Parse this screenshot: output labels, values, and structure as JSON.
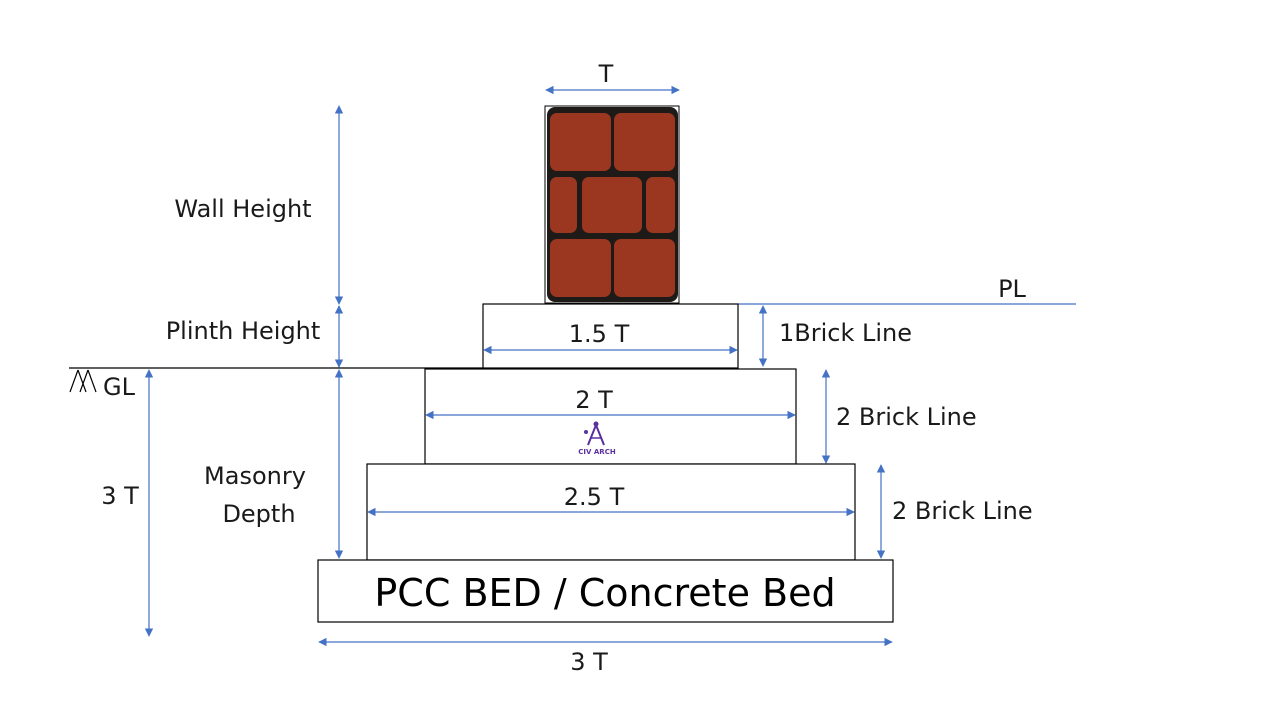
{
  "labels": {
    "wall_thickness": "T",
    "wall_height": "Wall Height",
    "plinth_height": "Plinth Height",
    "plinth_level": "PL",
    "ground_level": "GL",
    "masonry_depth_line1": "Masonry",
    "masonry_depth_line2": "Depth",
    "total_depth": "3 T"
  },
  "steps": [
    {
      "width_label": "1.5 T",
      "height_label": "1Brick Line"
    },
    {
      "width_label": "2 T",
      "height_label": "2 Brick Line"
    },
    {
      "width_label": "2.5 T",
      "height_label": "2 Brick Line"
    }
  ],
  "pcc": {
    "label": "PCC BED / Concrete Bed",
    "width_label": "3 T"
  },
  "logo": {
    "text": "CIV ARCH",
    "color": "#5a2fa0"
  },
  "colors": {
    "brick": "#9b3720",
    "mortar": "#1e1a18",
    "dimension": "#4472c4"
  }
}
